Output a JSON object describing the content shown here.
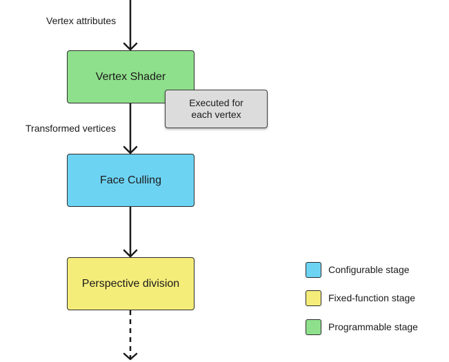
{
  "colors": {
    "configurable": "#6dd3f3",
    "fixed_function": "#f5ed7a",
    "programmable": "#8fe08c",
    "note": "#dcdcdc",
    "line": "#1a1a1a"
  },
  "edges": {
    "vertex_attributes": "Vertex attributes",
    "transformed_vertices": "Transformed vertices"
  },
  "stages": {
    "vertex_shader": {
      "label": "Vertex Shader",
      "kind": "programmable"
    },
    "face_culling": {
      "label": "Face Culling",
      "kind": "configurable"
    },
    "perspective_division": {
      "label": "Perspective division",
      "kind": "fixed_function"
    }
  },
  "note": {
    "line1": "Executed for",
    "line2": "each vertex"
  },
  "legend": {
    "configurable": "Configurable stage",
    "fixed_function": "Fixed-function stage",
    "programmable": "Programmable stage"
  }
}
